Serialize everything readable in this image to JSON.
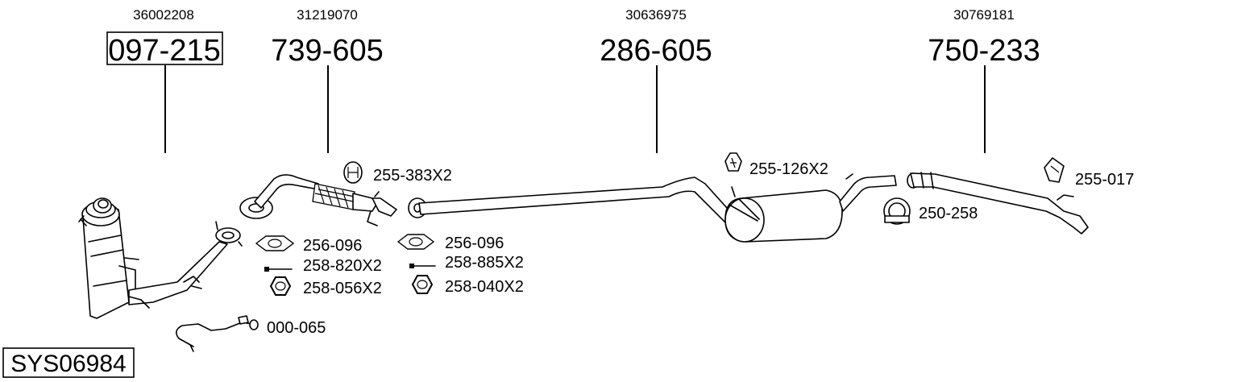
{
  "system_code": "SYS06984",
  "main_parts": [
    {
      "oe_number": "36002208",
      "part_number": "097-215",
      "boxed": true
    },
    {
      "oe_number": "31219070",
      "part_number": "739-605",
      "boxed": false
    },
    {
      "oe_number": "30636975",
      "part_number": "286-605",
      "boxed": false
    },
    {
      "oe_number": "30769181",
      "part_number": "750-233",
      "boxed": false
    }
  ],
  "accessories": {
    "mount_1": "255-383X2",
    "mount_2": "255-126X2",
    "mount_3": "255-017",
    "clamp": "250-258",
    "gasket_1": "256-096",
    "bolt_1": "258-820X2",
    "nut_1": "258-056X2",
    "gasket_2": "256-096",
    "bolt_2": "258-885X2",
    "nut_2": "258-040X2",
    "sensor_pipe": "000-065"
  },
  "colors": {
    "line": "#000000",
    "background": "#ffffff"
  }
}
